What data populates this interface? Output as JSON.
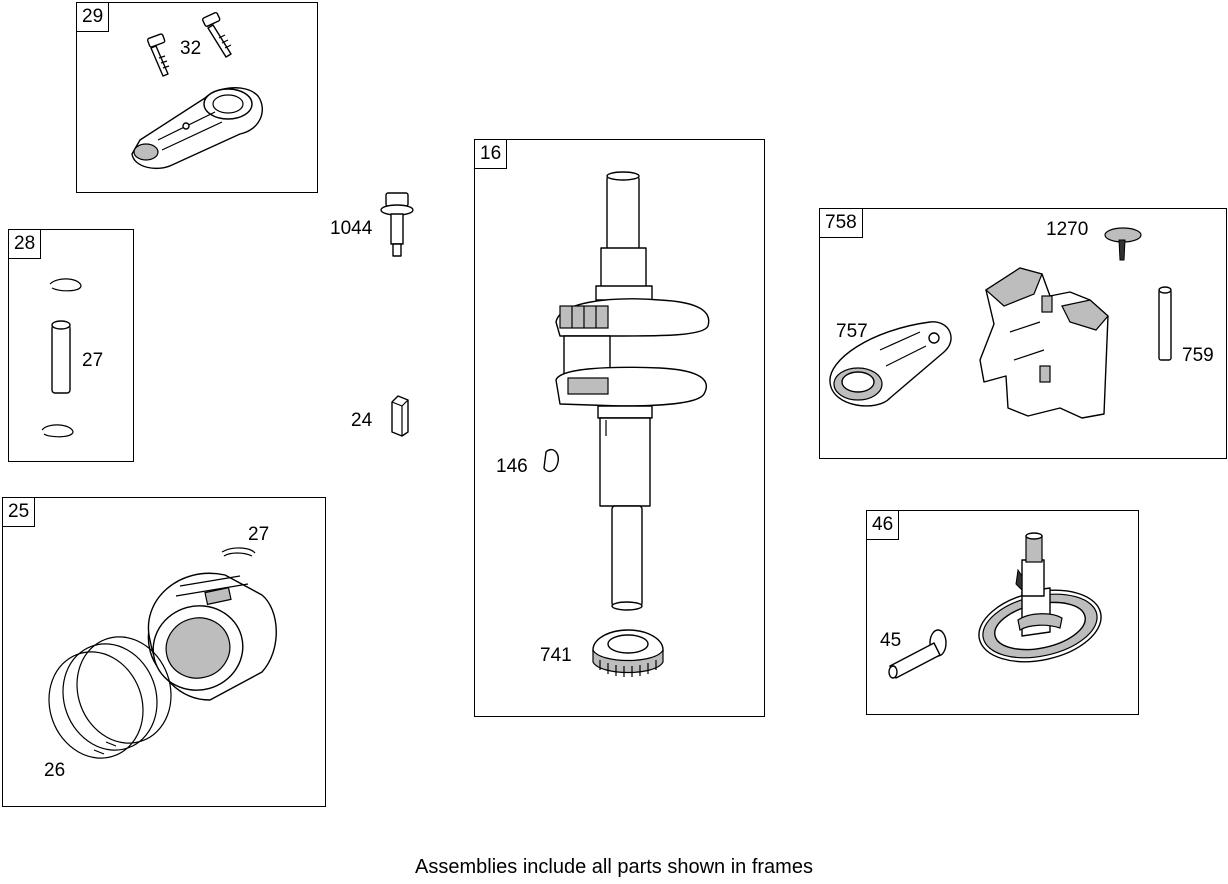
{
  "frames": [
    {
      "id": "29",
      "label": "29"
    },
    {
      "id": "28",
      "label": "28"
    },
    {
      "id": "25",
      "label": "25"
    },
    {
      "id": "16",
      "label": "16"
    },
    {
      "id": "758",
      "label": "758"
    },
    {
      "id": "46",
      "label": "46"
    }
  ],
  "callouts": {
    "c32": "32",
    "c1044": "1044",
    "c27a": "27",
    "c24": "24",
    "c27b": "27",
    "c26": "26",
    "c146": "146",
    "c741": "741",
    "c1270": "1270",
    "c757": "757",
    "c759": "759",
    "c45": "45"
  },
  "footnote": "Assemblies include all parts shown in frames"
}
